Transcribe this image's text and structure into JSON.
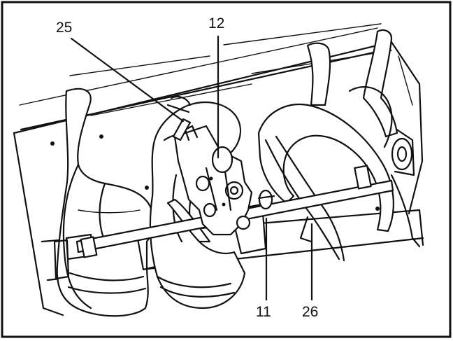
{
  "figure": {
    "callouts": {
      "c25": "25",
      "c12": "12",
      "c11": "11",
      "c26": "26"
    },
    "line_color": "#111111",
    "background": "#ffffff"
  }
}
